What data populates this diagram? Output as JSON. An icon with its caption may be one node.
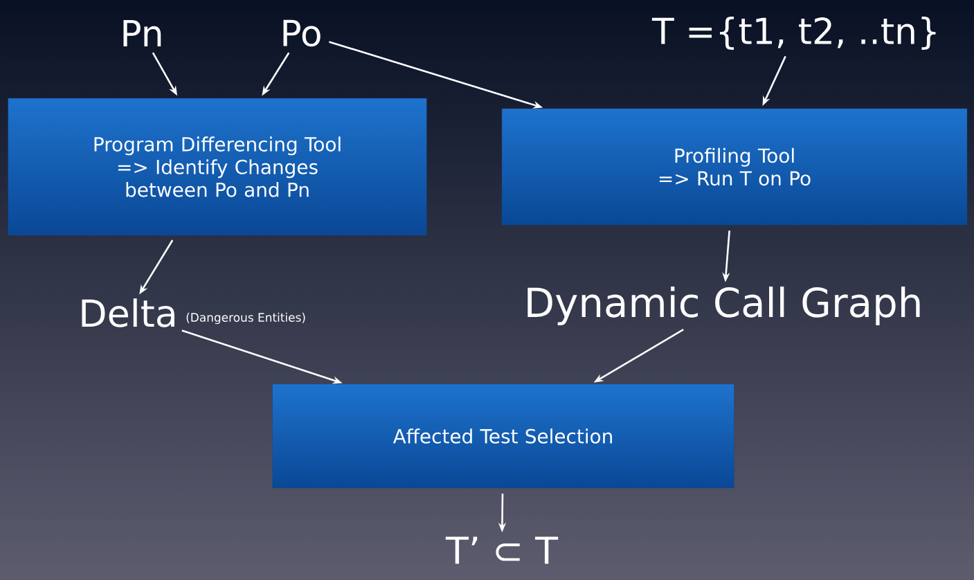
{
  "diagram": {
    "nodes": [
      {
        "text": [
          "Pn"
        ]
      },
      {
        "text": [
          "Po"
        ]
      },
      {
        "text": [
          "T ={t1, t2, ..tn}"
        ]
      },
      {
        "text": [
          "Program Differencing Tool",
          "=> Identify Changes between Po and Pn"
        ]
      },
      {
        "text": [
          "Profiling Tool",
          "=> Run T on Po"
        ]
      },
      {
        "text": [
          "Delta"
        ],
        "beside": [
          "(Dangerous Entities)"
        ]
      },
      {
        "text": [
          "Dynamic Call Graph"
        ]
      },
      {
        "text": [
          "Affected Test Selection"
        ]
      },
      {
        "text": [
          "T’ ⊂ T"
        ]
      }
    ],
    "edges": [
      {
        "from": 0,
        "to": 3,
        "arrow": "to"
      },
      {
        "from": 1,
        "to": 3,
        "arrow": "to"
      },
      {
        "from": 1,
        "to": 4,
        "arrow": "to"
      },
      {
        "from": 2,
        "to": 4,
        "arrow": "to"
      },
      {
        "from": 3,
        "to": 5,
        "arrow": "to"
      },
      {
        "from": 4,
        "to": 6,
        "arrow": "to"
      },
      {
        "from": 5,
        "to": 7,
        "arrow": "to"
      },
      {
        "from": 6,
        "to": 7,
        "arrow": "to"
      },
      {
        "from": 7,
        "to": 8,
        "arrow": "to"
      }
    ]
  }
}
